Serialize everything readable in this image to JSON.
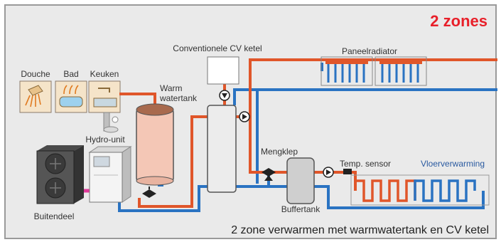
{
  "title": "2 zones",
  "caption": "2 zone verwarmen met warmwatertank en CV ketel",
  "labels": {
    "douche": "Douche",
    "bad": "Bad",
    "keuken": "Keuken",
    "warm_line1": "Warm",
    "warm_line2": "watertank",
    "hydro_unit": "Hydro-unit",
    "buitendeel": "Buitendeel",
    "cv_ketel": "Conventionele CV ketel",
    "paneelradiator": "Paneelradiator",
    "mengklep": "Mengklep",
    "buffertank": "Buffertank",
    "temp_sensor": "Temp. sensor",
    "vloerverwarming": "Vloerverwarming"
  },
  "colors": {
    "hot": "#e0562a",
    "cold": "#2a73c2",
    "title": "#e8202a",
    "panel_bg": "#eaeaea",
    "border": "#9a9a9a"
  }
}
